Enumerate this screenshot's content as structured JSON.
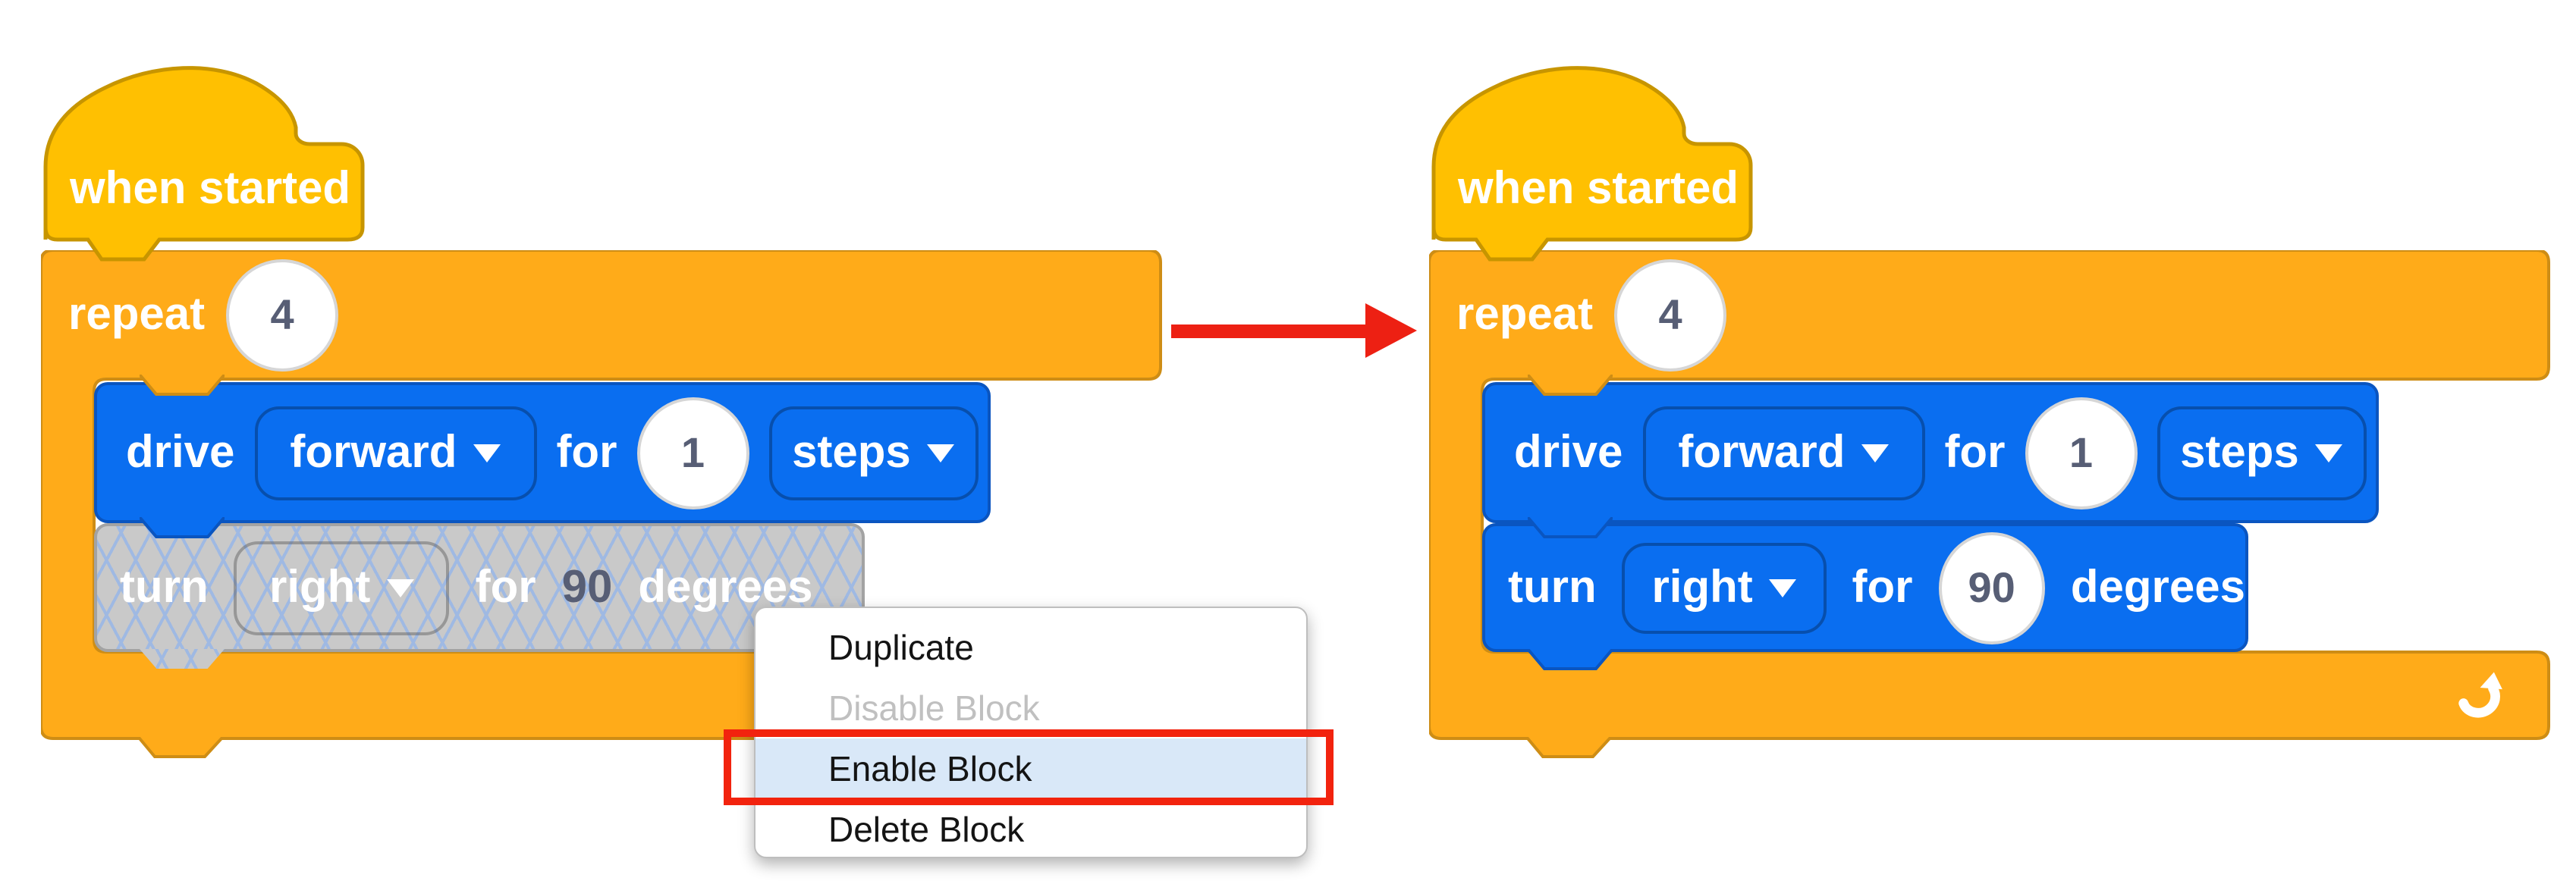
{
  "program": {
    "hat_label": "when started",
    "repeat_label": "repeat",
    "repeat_count": "4",
    "drive_label": "drive",
    "drive_direction": "forward",
    "for_label": "for",
    "drive_distance": "1",
    "drive_unit": "steps",
    "turn_label": "turn",
    "turn_direction": "right",
    "turn_angle": "90",
    "turn_unit": "degrees"
  },
  "context_menu": {
    "items": [
      {
        "label": "Duplicate",
        "state": "enabled"
      },
      {
        "label": "Disable Block",
        "state": "disabled"
      },
      {
        "label": "Enable Block",
        "state": "highlighted"
      },
      {
        "label": "Delete Block",
        "state": "enabled"
      }
    ]
  },
  "annotation": {
    "highlighted_item": "Enable Block"
  },
  "colors": {
    "hat_yellow": "#FFC001",
    "hat_border": "#C79500",
    "control_orange": "#FFAB19",
    "control_border": "#CE8D15",
    "motion_blue": "#0A6EF0",
    "motion_border": "#0A55C0",
    "disabled_gray": "#C9C9C9",
    "hatch_line": "#9FB9E3",
    "value_text": "#575E75",
    "menu_highlight": "#D9E8F8",
    "annotation_red": "#F2230E",
    "arrow_red": "#ED2013"
  }
}
